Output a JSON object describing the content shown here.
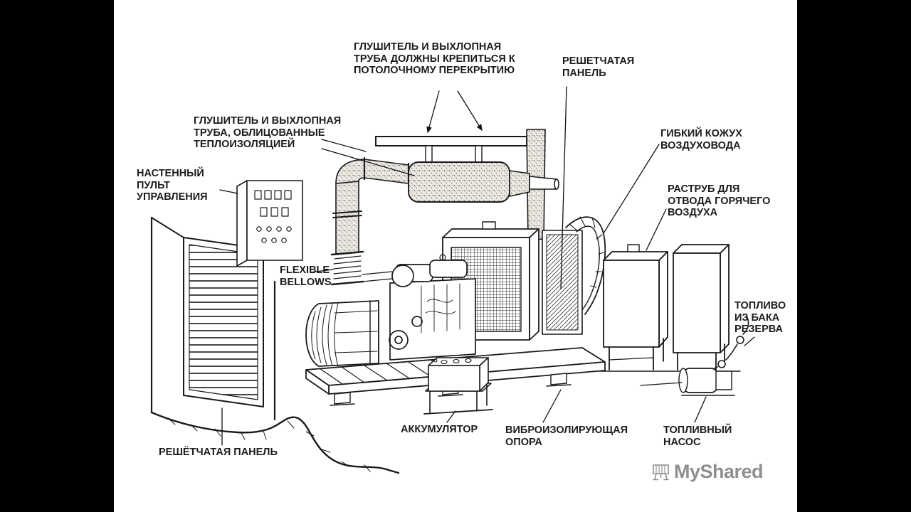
{
  "colors": {
    "ink": "#1c1c1c",
    "watermark_gray": "#8f8f8f",
    "background": "#ffffff",
    "pillarbox": "#000000"
  },
  "labels": {
    "muffler_ceiling": "ГЛУШИТЕЛЬ И ВЫХЛОПНАЯ ТРУБА ДОЛЖНЫ КРЕПИТЬСЯ К ПОТОЛОЧНОМУ ПЕРЕКРЫТИЮ",
    "grid_panel_top": "РЕШЕТЧАТАЯ ПАНЕЛЬ",
    "muffler_insulated": "ГЛУШИТЕЛЬ И ВЫХЛОПНАЯ ТРУБА, ОБЛИЦОВАННЫЕ ТЕПЛОИЗОЛЯЦИЕЙ",
    "wall_control": "НАСТЕННЫЙ ПУЛЬТ УПРАВЛЕНИЯ",
    "flexible_duct": "ГИБКИЙ КОЖУХ ВОЗДУХОВОДА",
    "hot_air_outlet": "РАСТРУБ ДЛЯ ОТВОДА ГОРЯЧЕГО ВОЗДУХА",
    "flexible_bellows": "FLEXIBLE BELLOWS",
    "fuel_from_tank": "ТОПЛИВО ИЗ БАКА РЕЗЕРВА",
    "battery": "АККУМУЛЯТОР",
    "vibration_mount": "ВИБРОИЗОЛИРУЮЩАЯ ОПОРА",
    "fuel_pump": "ТОПЛИВНЫЙ НАСОС",
    "grid_panel_bottom": "РЕШЁТЧАТАЯ ПАНЕЛЬ"
  },
  "watermark": {
    "text": "MyShared"
  }
}
